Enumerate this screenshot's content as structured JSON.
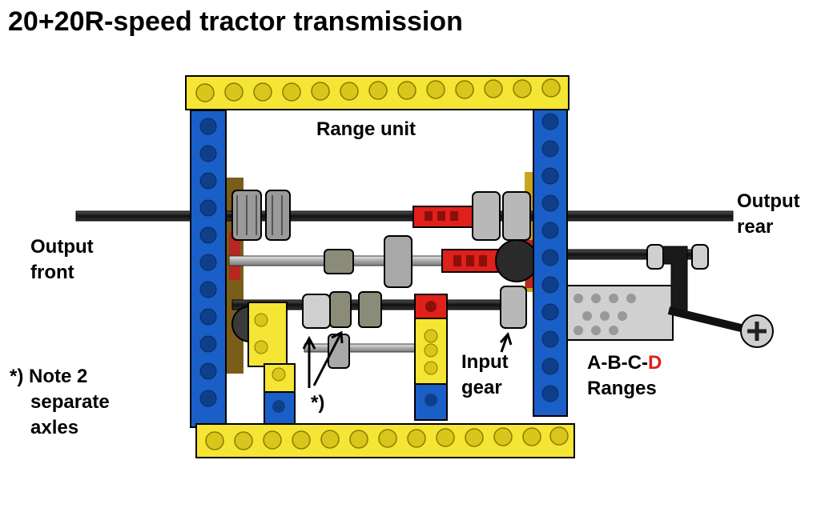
{
  "title": "20+20R-speed tractor transmission",
  "labels": {
    "range_unit": "Range unit",
    "output_rear_1": "Output",
    "output_rear_2": "rear",
    "output_front_1": "Output",
    "output_front_2": "front",
    "input_gear_1": "Input",
    "input_gear_2": "gear",
    "ranges_prefix": "A-B-C-",
    "ranges_accent": "D",
    "ranges_2": "Ranges",
    "note_1": "*) Note 2",
    "note_2": "separate",
    "note_3": "axles",
    "star_marker": "*)"
  },
  "colors": {
    "yellow": "#f5e534",
    "blue": "#1a5fc8",
    "red": "#e0201a",
    "dark_gray": "#6b6b6b",
    "light_gray": "#c9c9c9",
    "black": "#1a1a1a",
    "text_accent": "#e0201a"
  }
}
